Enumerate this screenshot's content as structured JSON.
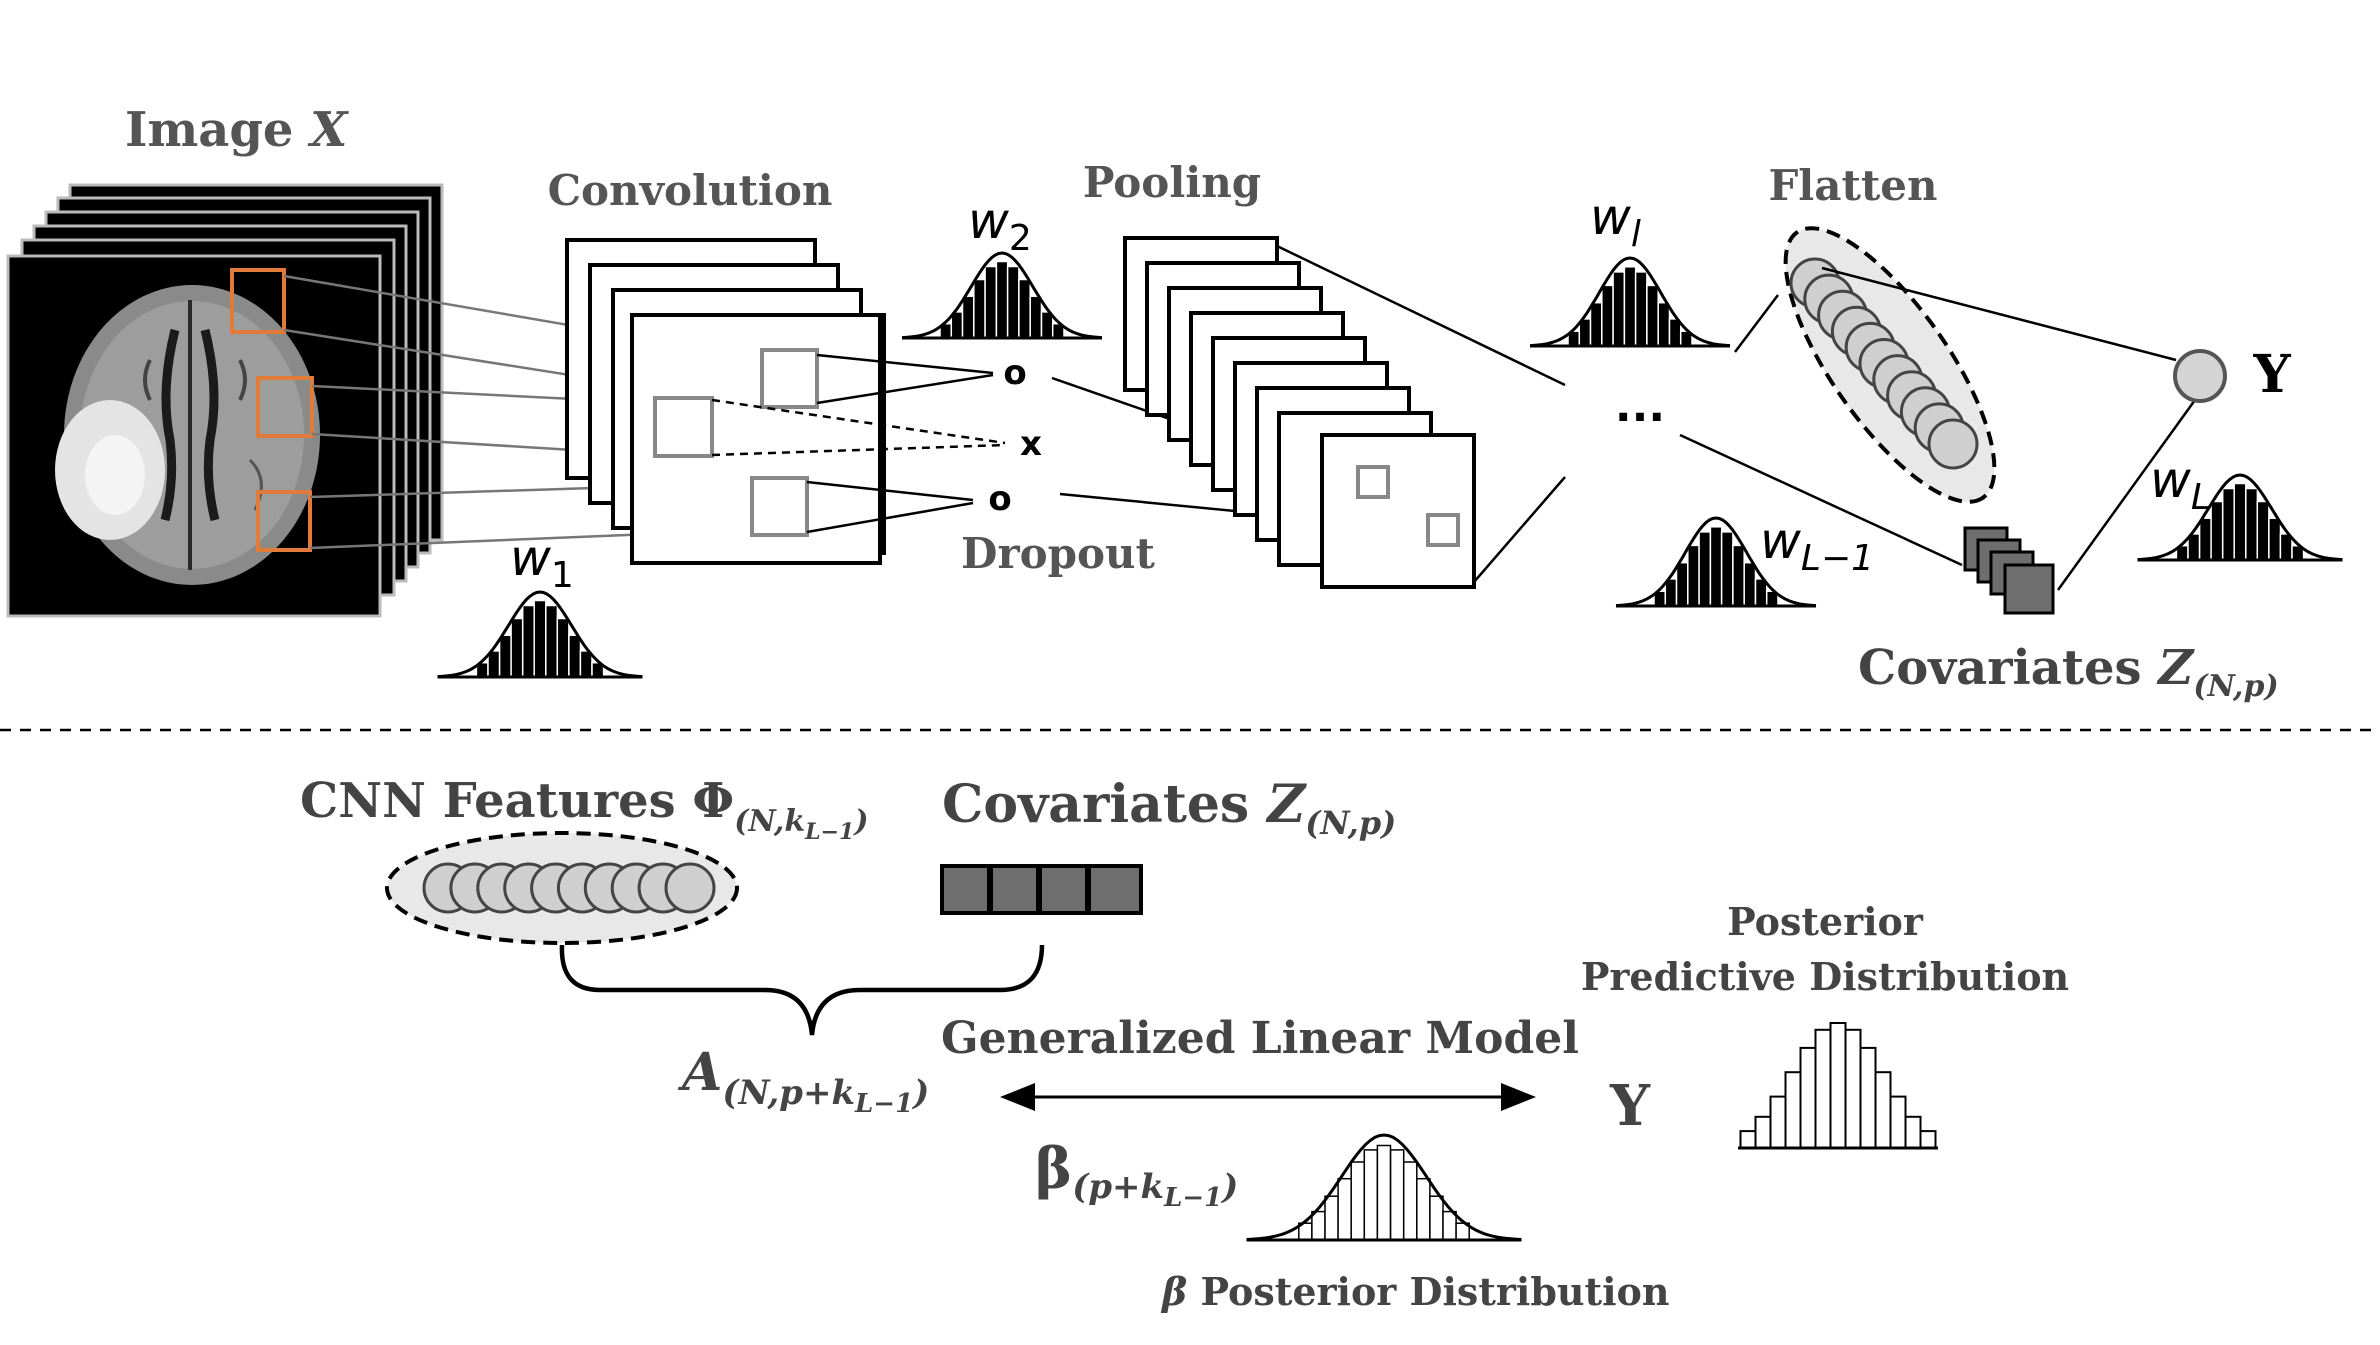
{
  "top": {
    "image_label": "Image",
    "image_var": "X",
    "convolution": "Convolution",
    "pooling": "Pooling",
    "flatten": "Flatten",
    "dropout": "Dropout",
    "dropout_o": "o",
    "dropout_x": "x",
    "ellipsis": "···",
    "y": "Y",
    "w1": "w",
    "w1_sub": "1",
    "w2": "w",
    "w2_sub": "2",
    "wl": "w",
    "wl_sub": "l",
    "wL1": "w",
    "wL1_sub": "L−1",
    "wL": "w",
    "wL_sub": "L",
    "covariates": "Covariates",
    "cov_var": "Z",
    "cov_sub": "(N,p)"
  },
  "bottom": {
    "cnn_features": "CNN Features",
    "phi": "Φ",
    "phi_sub_a": "(N,k",
    "phi_sub_b": "L−1",
    "phi_sub_c": ")",
    "covariates": "Covariates",
    "cov_var": "Z",
    "cov_sub": "(N,p)",
    "a_var": "A",
    "a_sub_a": "(N,p+k",
    "a_sub_b": "L−1",
    "a_sub_c": ")",
    "glm": "Generalized Linear Model",
    "y": "Y",
    "beta": "β",
    "beta_sub_a": "(p+k",
    "beta_sub_b": "L−1",
    "beta_sub_c": ")",
    "beta_dist_sym": "β",
    "beta_dist_text": "Posterior Distribution",
    "posterior_line1": "Posterior",
    "posterior_line2": "Predictive Distribution"
  },
  "colors": {
    "orange": "#e07b39",
    "gray_text": "#555555",
    "dark_square": "#6e6e6e"
  }
}
